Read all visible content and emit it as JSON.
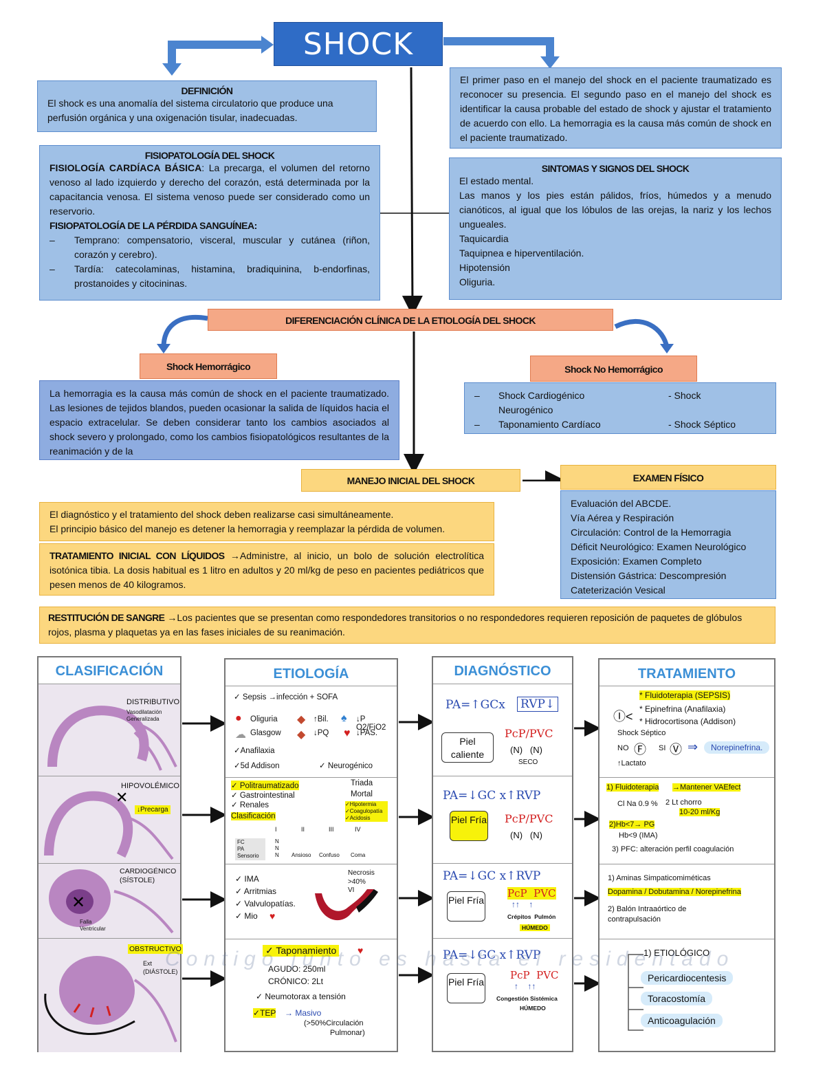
{
  "title": "SHOCK",
  "definicion": {
    "heading": "DEFINICIÓN",
    "text": "El shock es una anomalía del sistema circulatorio que produce una perfusión orgánica y una oxigenación tisular, inadecuadas."
  },
  "manejo_intro": "El primer paso en el manejo del shock en el paciente traumatizado es reconocer su presencia. El segundo paso en el manejo del shock es identificar la causa probable del estado de shock y ajustar el tratamiento de acuerdo con ello. La hemorragia es la causa más común de shock en el paciente traumatizado.",
  "fisiopatologia": {
    "heading": "FISIOPATOLOGÍA DEL SHOCK",
    "sub1": "FISIOLOGÍA CARDÍACA BÁSICA",
    "sub1_text": ": La precarga, el volumen del retorno venoso al lado izquierdo y derecho del corazón, está determinada por la capacitancia venosa. El sistema venoso puede ser considerado como un reservorio.",
    "sub2": "FISIOPATOLOGÍA DE LA PÉRDIDA SANGUÍNEA:",
    "items": [
      "Temprano: compensatorio, visceral, muscular y cutánea (riñon, corazón y cerebro).",
      "Tardía: catecolaminas, histamina, bradiquinina, b-endorfinas, prostanoides y citocininas."
    ]
  },
  "sintomas": {
    "heading": "SINTOMAS Y SIGNOS DEL SHOCK",
    "items": [
      "El estado mental.",
      "Las manos y los pies están pálidos, fríos, húmedos y a menudo cianóticos, al igual que los lóbulos de las orejas, la nariz y los lechos ungueales.",
      "Taquicardia",
      "Taquipnea e hiperventilación.",
      "Hipotensión",
      "Oliguria."
    ]
  },
  "diferenciacion": "DIFERENCIACIÓN CLÍNICA DE LA ETIOLOGÍA DEL SHOCK",
  "hemorragico": {
    "heading": "Shock Hemorrágico",
    "text": "La hemorragia es la causa más común de shock en el paciente traumatizado. Las lesiones de tejidos blandos, pueden ocasionar la salida de líquidos hacia el espacio extracelular. Se deben considerar tanto los cambios asociados al shock severo y prolongado, como los cambios fisiopatológicos resultantes de la reanimación y de la"
  },
  "no_hemorragico": {
    "heading": "Shock No Hemorrágico",
    "items": [
      "Shock Cardiogénico",
      "- Shock",
      "Neurogénico",
      "Taponamiento Cardíaco",
      "- Shock Séptico"
    ]
  },
  "manejo_inicial": "MANEJO INICIAL DEL SHOCK",
  "examen": {
    "heading": "EXAMEN FÍSICO",
    "items": [
      "Evaluación del ABCDE.",
      "Vía Aérea y Respiración",
      "Circulación: Control de la Hemorragia",
      "Déficit Neurológico: Examen Neurológico",
      "Exposición: Examen Completo",
      "Distensión Gástrica: Descompresión",
      "Cateterización Vesical"
    ]
  },
  "diagnostico_text": [
    "El diagnóstico y el tratamiento del shock deben realizarse casi simultáneamente.",
    "El principio básico del manejo es detener la hemorragia y reemplazar la pérdida de volumen."
  ],
  "liquidos": {
    "heading": "TRATAMIENTO INICIAL CON LÍQUIDOS",
    "text": "→Administre, al inicio, un bolo de solución electrolítica isotónica tibia. La dosis habitual es 1 litro en adultos y 20 ml/kg de peso en pacientes pediátricos que pesen menos de 40 kilogramos."
  },
  "sangre": {
    "heading": "RESTITUCIÓN DE SANGRE",
    "text": "→Los pacientes que se presentan como respondedores transitorios o no respondedores requieren reposición de paquetes de glóbulos rojos, plasma y plaquetas ya en las fases iniciales de su reanimación."
  },
  "table": {
    "headers": [
      "CLASIFICACIÓN",
      "ETIOLOGÍA",
      "DIAGNÓSTICO",
      "TRATAMIENTO"
    ],
    "clasificacion": [
      {
        "label": "DISTRIBUTIVO",
        "sub": "Vasodilatación Generalizada"
      },
      {
        "label": "HIPOVOLÉMICO",
        "sub": "↓Precarga"
      },
      {
        "label": "CARDIOGÉNICO (SÍSTOLE)",
        "sub": "Falla Ventricular"
      },
      {
        "label": "OBSTRUCTIVO",
        "sub": "Ext (DIÁSTOLE)"
      }
    ],
    "etiologia": {
      "row1": [
        "✓ Sepsis →infección + SOFA",
        "Oliguria",
        "↑Bil.",
        "↓P O2/FiO2",
        "Glasgow",
        "↓PQ",
        "↓PAS.",
        "✓Anafilaxia",
        "✓5d Addison",
        "✓ Neurogénico"
      ],
      "row2": [
        "✓ Politraumatizado",
        "Triada",
        "Mortal",
        "✓ Gastrointestinal",
        "✓ Renales",
        "Clasificación",
        "I",
        "II",
        "III",
        "IV",
        "FC",
        "PA",
        "Sensorio",
        "N",
        "Ansioso",
        "Confuso",
        "Coma"
      ],
      "row2_triada": [
        "✓Hipotermia",
        "✓Coagulopatía",
        "✓Acidosis"
      ],
      "row3": [
        "✓ IMA",
        "✓ Arritmias",
        "✓ Valvulopatías.",
        "✓ Mio",
        "Necrosis >40%",
        "VI"
      ],
      "row4": [
        "✓ Taponamiento",
        "AGUDO: 250ml",
        "CRÓNICO: 2Lt",
        "✓ Neumotorax a tensión",
        "✓TEP",
        "→ Masivo",
        "(>50%Circulación",
        "Pulmonar)"
      ]
    },
    "diagnostico": [
      {
        "formula": "PA=↑GCx",
        "rvp": "RVP↓",
        "skin": "Piel caliente",
        "pcp": "PcP/PVC",
        "vals": "(N)   (N)",
        "note": "SECO"
      },
      {
        "formula": "PA=↓GC x↑RVP",
        "skin": "Piel Fría",
        "pcp": "PcP/PVC",
        "vals": "(N)   (N)",
        "note": ""
      },
      {
        "formula": "PA=↓GC x↑RVP",
        "skin": "Piel Fría",
        "pcp": "PcP  PVC",
        "vals": "↑↑    ↑",
        "note": "Crépitos  Pulmón",
        "note2": "HÚMEDO"
      },
      {
        "formula": "PA=↓GC x↑RVP",
        "skin": "Piel Fría",
        "pcp": "PcP  PVC",
        "vals": "↑    ↑↑",
        "note": "Congestión Sistémica",
        "note2": "HÚMEDO"
      }
    ],
    "tratamiento": {
      "row1": [
        "* Fluidoterapia (SEPSIS)",
        "* Epinefrina (Anafilaxia)",
        "* Hidrocortisona (Addison)",
        "Shock Séptico",
        "NO",
        "SI",
        "Norepinefrina.",
        "↑Lactato"
      ],
      "row2": [
        "1) Fluidoterapia",
        "→Mantener VAEfect",
        "Cl Na 0.9 %",
        "2 Lt chorro",
        "10-20 ml/Kg",
        "2)Hb<7→ PG",
        "Hb<9 (IMA)",
        "3) PFC: alteración perfil coagulación"
      ],
      "row3": [
        "1) Aminas Simpaticomiméticas",
        "Dopamina / Dobutamina / Norepinefrina",
        "2) Balón Intraaórtico de contrapulsación"
      ],
      "row4": [
        "1) ETIOLÓGICO",
        "Pericardiocentesis",
        "Toracostomía",
        "Anticoagulación"
      ]
    },
    "watermark": "Contigo junto es hasta el residentado"
  },
  "colors": {
    "title_box": "#2f6cc6",
    "blue_box": "#9fc0e6",
    "orange_box": "#f5a886",
    "gold_box": "#fcd77f",
    "header_blue": "#3b8fd6"
  }
}
